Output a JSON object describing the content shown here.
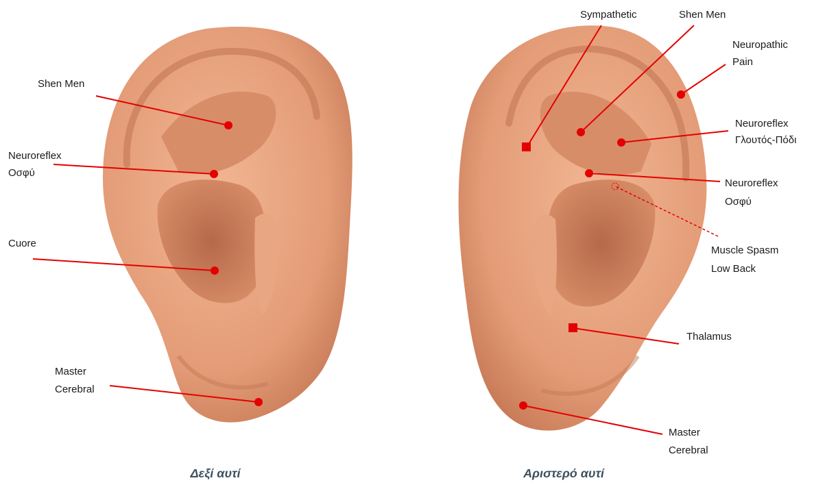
{
  "colors": {
    "skin": "#e8a07c",
    "skin_light": "#f0b08c",
    "skin_dark": "#b86a48",
    "marker": "#e30000",
    "leader": "#e30000",
    "label": "#1a1a1a",
    "caption": "#3d5160"
  },
  "right_ear": {
    "caption": "Δεξί αυτί",
    "points": {
      "shen_men": [
        "Shen Men"
      ],
      "neuroreflex_osfy": [
        "Neuroreflex",
        "Οσφύ"
      ],
      "cuore": [
        "Cuore"
      ],
      "master_cerebral": [
        "Master",
        "Cerebral"
      ]
    }
  },
  "left_ear": {
    "caption": "Αριστερό αυτί",
    "points": {
      "sympathetic": [
        "Sympathetic"
      ],
      "shen_men": [
        "Shen Men"
      ],
      "neuropathic_pain": [
        "Neuropathic",
        "Pain"
      ],
      "neuroreflex_glutos_podi": [
        "Neuroreflex",
        "Γλουτός-Πόδι"
      ],
      "neuroreflex_osfy": [
        "Neuroreflex",
        "Οσφύ"
      ],
      "muscle_spasm_low_back": [
        "Muscle Spasm",
        "Low Back"
      ],
      "thalamus": [
        "Thalamus"
      ],
      "master_cerebral": [
        "Master",
        "Cerebral"
      ]
    }
  }
}
